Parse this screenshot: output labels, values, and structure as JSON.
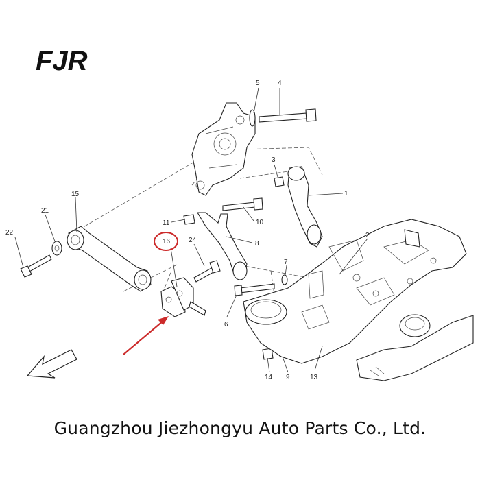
{
  "brand": {
    "logo_text": "FJR"
  },
  "labels": {
    "l1": "1",
    "l2": "2",
    "l3": "3",
    "l4": "4",
    "l5": "5",
    "l6": "6",
    "l7": "7",
    "l8": "8",
    "l9": "9",
    "l10": "10",
    "l11": "11",
    "l13": "13",
    "l14": "14",
    "l15": "15",
    "l16": "16",
    "l21": "21",
    "l22": "22",
    "l24": "24"
  },
  "highlight": {
    "part": "16",
    "color": "#cc2a2a"
  },
  "footer": {
    "company": "Guangzhou Jiezhongyu Auto Parts Co., Ltd."
  }
}
